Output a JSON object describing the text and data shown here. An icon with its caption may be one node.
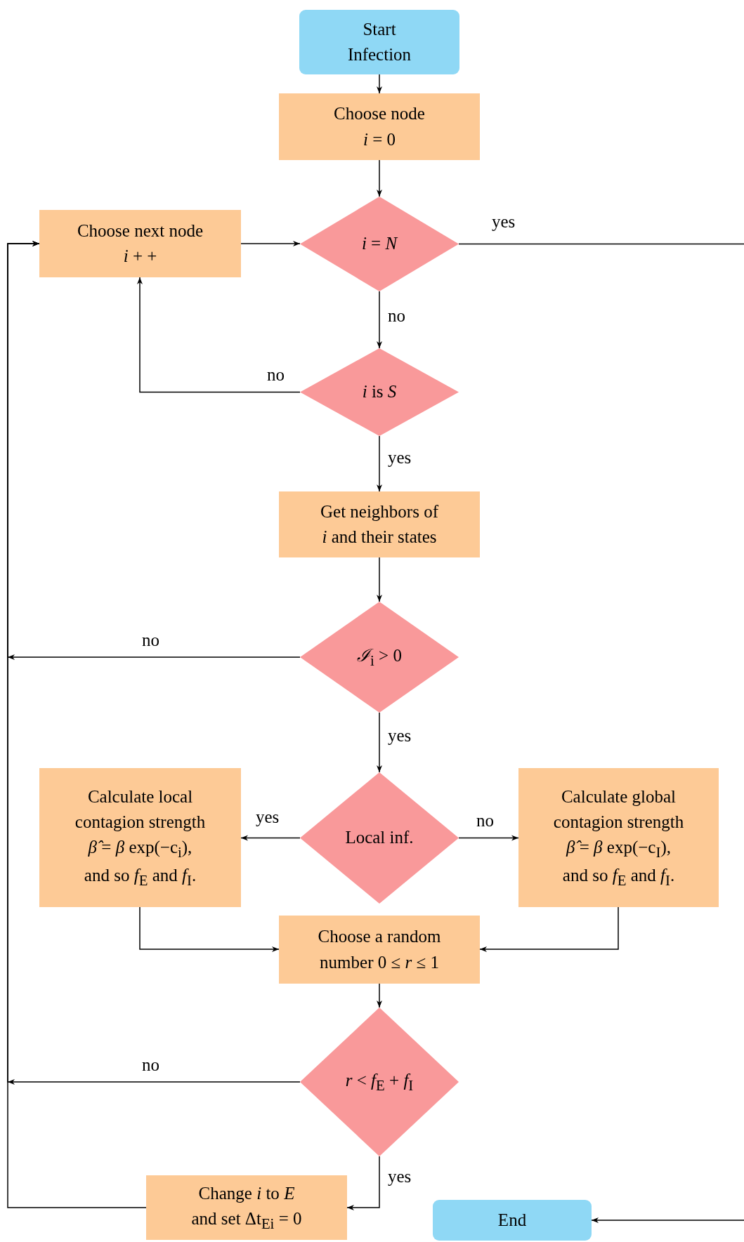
{
  "diagram": {
    "nodes": [
      {
        "text": [
          "Start",
          "Infection"
        ]
      },
      {
        "text": [
          "Choose node",
          "*i* = 0"
        ]
      },
      {
        "text": [
          "Choose next node",
          "*i* + +"
        ]
      },
      {
        "text": [
          "*i* = *N*"
        ]
      },
      {
        "text": [
          "*i* is *S*"
        ]
      },
      {
        "text": [
          "Get neighbors of",
          "*i* and their states"
        ]
      },
      {
        "text": [
          "*ℐ*$_{i}$ > 0"
        ]
      },
      {
        "text": [
          "Calculate local",
          "contagion strength",
          "*β̂* = *β* exp(−c$_{i}$),",
          "and so *f*$_{E}$ and *f*$_{I}$."
        ]
      },
      {
        "text": [
          "Local inf."
        ]
      },
      {
        "text": [
          "Calculate global",
          "contagion strength",
          "*β̂* = *β* exp(−c$_{I}$),",
          "and so *f*$_{E}$ and *f*$_{I}$."
        ]
      },
      {
        "text": [
          "Choose a random",
          "number 0 ≤ *r* ≤ 1"
        ]
      },
      {
        "text": [
          "*r* < *f*$_{E}$ + *f*$_{I}$"
        ]
      },
      {
        "text": [
          "Change *i* to *E*",
          "and set Δt$_{Ei}$ = 0"
        ]
      },
      {
        "text": [
          "End"
        ]
      }
    ],
    "edges": [
      {
        "from": 0,
        "to": 1,
        "arrow": "to"
      },
      {
        "from": 1,
        "to": 3,
        "arrow": "to"
      },
      {
        "from": 2,
        "to": 3,
        "arrow": "to"
      },
      {
        "from": 3,
        "to": 13,
        "arrow": "to",
        "label": "yes"
      },
      {
        "from": 3,
        "to": 4,
        "arrow": "to",
        "label": "no"
      },
      {
        "from": 4,
        "to": 2,
        "arrow": "to",
        "label": "no"
      },
      {
        "from": 4,
        "to": 5,
        "arrow": "to",
        "label": "yes"
      },
      {
        "from": 5,
        "to": 6,
        "arrow": "to"
      },
      {
        "from": 6,
        "to": 2,
        "arrow": "to",
        "label": "no"
      },
      {
        "from": 6,
        "to": 8,
        "arrow": "to",
        "label": "yes"
      },
      {
        "from": 8,
        "to": 7,
        "arrow": "to",
        "label": "yes"
      },
      {
        "from": 8,
        "to": 9,
        "arrow": "to",
        "label": "no"
      },
      {
        "from": 7,
        "to": 10,
        "arrow": "to"
      },
      {
        "from": 9,
        "to": 10,
        "arrow": "to"
      },
      {
        "from": 10,
        "to": 11,
        "arrow": "to"
      },
      {
        "from": 11,
        "to": 2,
        "arrow": "to",
        "label": "no"
      },
      {
        "from": 11,
        "to": 12,
        "arrow": "to",
        "label": "yes"
      },
      {
        "from": 12,
        "to": 2,
        "arrow": "to"
      }
    ]
  }
}
